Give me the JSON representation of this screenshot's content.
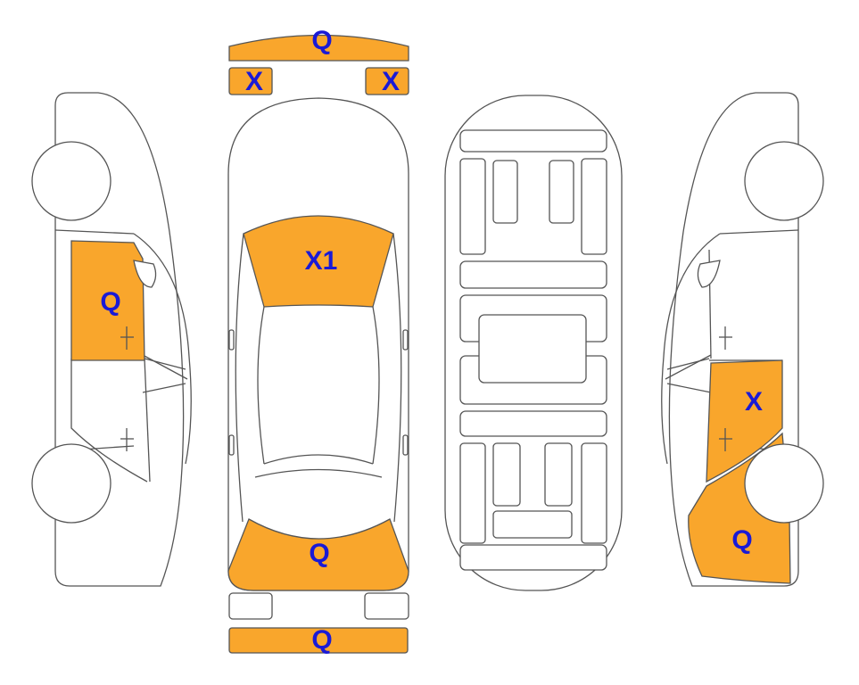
{
  "colors": {
    "damage_fill": "#F9A62C",
    "mark_text": "#1A1AD6",
    "outline": "#555555"
  },
  "marks": {
    "front_bumper": "Q",
    "left_headlight": "X",
    "right_headlight": "X",
    "windshield": "X1",
    "trunk": "Q",
    "rear_bumper": "Q",
    "left_front_door": "Q",
    "right_rear_door": "X",
    "right_rear_fender": "Q"
  }
}
